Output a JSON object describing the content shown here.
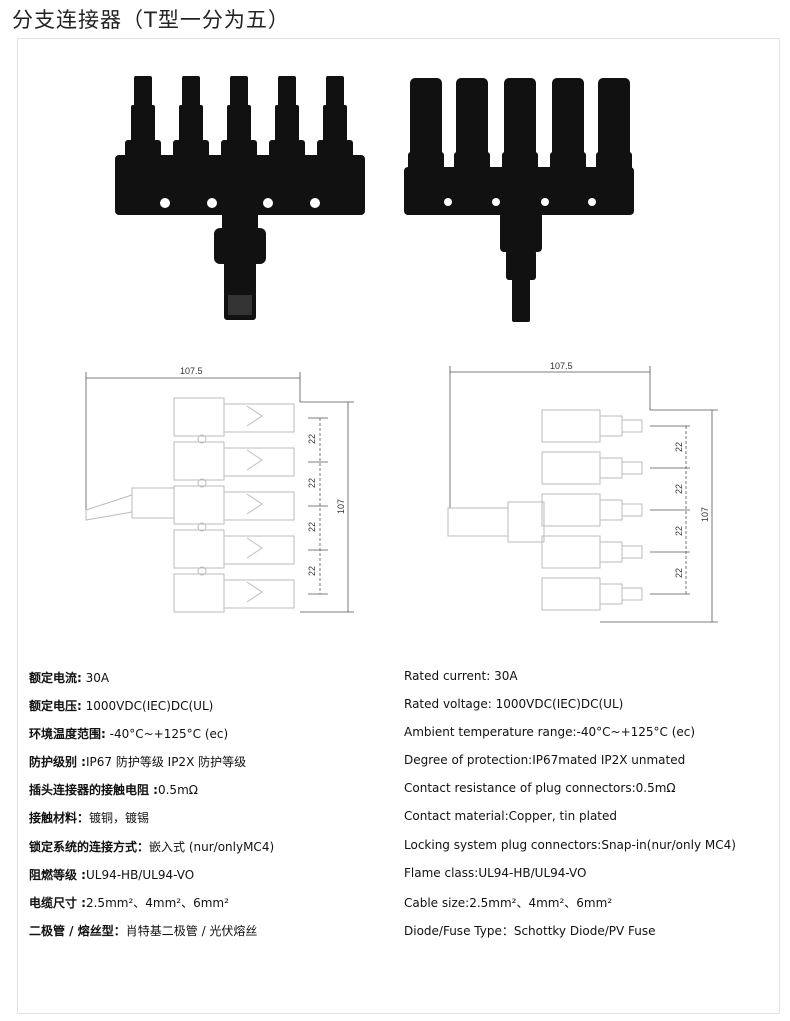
{
  "title": "分支连接器（T型一分为五）",
  "left_drawing": {
    "width_dim": "107.5",
    "pitch_dims": [
      "22",
      "22",
      "22",
      "22"
    ],
    "height_dim": "107"
  },
  "right_drawing": {
    "width_dim": "107.5",
    "pitch_dims": [
      "22",
      "22",
      "22",
      "22"
    ],
    "height_dim": "107"
  },
  "specs_cn": [
    {
      "k": "额定电流:",
      "v": "30A"
    },
    {
      "k": "额定电压:",
      "v": "1000VDC(IEC)DC(UL)"
    },
    {
      "k": "环境温度范围:",
      "v": "-40°C~+125°C (ec)"
    },
    {
      "k": "防护级别 :",
      "v": "IP67 防护等级 IP2X 防护等级"
    },
    {
      "k": "插头连接器的接触电阻 :",
      "v": "0.5mΩ"
    },
    {
      "k": "接触材料：",
      "v": "镀铜，镀锡"
    },
    {
      "k": "锁定系统的连接方式：",
      "v": "嵌入式 (nur/onlyMC4)"
    },
    {
      "k": "阻燃等级 :",
      "v": "UL94-HB/UL94-VO"
    },
    {
      "k": "电缆尺寸 :",
      "v": "2.5mm²、4mm²、6mm²"
    },
    {
      "k": "二极管 / 熔丝型：",
      "v": "肖特基二极管 / 光伏熔丝"
    }
  ],
  "specs_en": [
    {
      "k": "Rated current: ",
      "v": "30A"
    },
    {
      "k": "Rated voltage: ",
      "v": "1000VDC(IEC)DC(UL)"
    },
    {
      "k": "Ambient temperature range:",
      "v": "-40°C~+125°C (ec)"
    },
    {
      "k": "Degree of protection:",
      "v": "IP67mated IP2X unmated"
    },
    {
      "k": "Contact resistance of plug connectors:",
      "v": "0.5mΩ"
    },
    {
      "k": "Contact material:",
      "v": "Copper, tin plated"
    },
    {
      "k": "Locking system plug connectors:",
      "v": "Snap-in(nur/only MC4)"
    },
    {
      "k": "Flame class:",
      "v": "UL94-HB/UL94-VO"
    },
    {
      "k": "Cable size:",
      "v": "2.5mm²、4mm²、6mm²"
    },
    {
      "k": "Diode/Fuse Type：",
      "v": "Schottky Diode/PV Fuse"
    }
  ]
}
